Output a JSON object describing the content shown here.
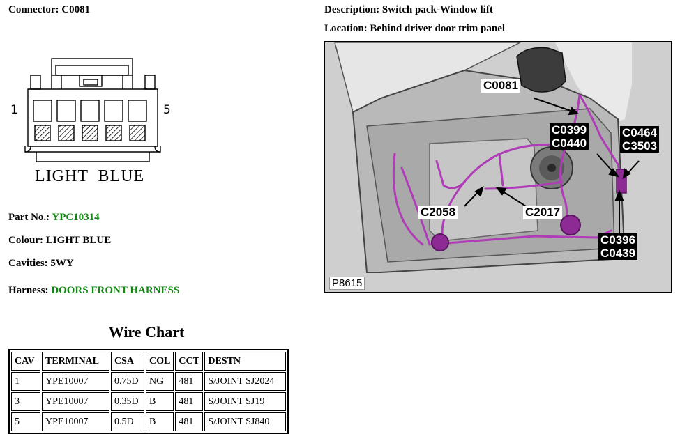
{
  "connector": {
    "label": "Connector:",
    "value": "C0081"
  },
  "description": {
    "label": "Description:",
    "value": "Switch pack-Window lift"
  },
  "location": {
    "label": "Location:",
    "value": "Behind driver door trim panel"
  },
  "pinout": {
    "first_pin": "1",
    "last_pin": "5",
    "colour_label": "LIGHT  BLUE"
  },
  "part_no": {
    "label": "Part No.:",
    "value": "YPC10314"
  },
  "colour": {
    "label": "Colour:",
    "value": "LIGHT BLUE"
  },
  "cavities": {
    "label": "Cavities:",
    "value": "5WY"
  },
  "harness": {
    "label": "Harness:",
    "value": "DOORS FRONT HARNESS"
  },
  "figure": {
    "id": "P8615",
    "callouts": {
      "c0081": "C0081",
      "c0399": "C0399",
      "c0440": "C0440",
      "c0464": "C0464",
      "c3503": "C3503",
      "c2058": "C2058",
      "c2017": "C2017",
      "c0396": "C0396",
      "c0439": "C0439"
    }
  },
  "wire_chart": {
    "title": "Wire Chart",
    "headers": [
      "CAV",
      "TERMINAL",
      "CSA",
      "COL",
      "CCT",
      "DESTN"
    ],
    "rows": [
      [
        "1",
        "YPE10007",
        "0.75D",
        "NG",
        "481",
        "S/JOINT SJ2024"
      ],
      [
        "3",
        "YPE10007",
        "0.35D",
        "B",
        "481",
        "S/JOINT SJ19"
      ],
      [
        "5",
        "YPE10007",
        "0.5D",
        "B",
        "481",
        "S/JOINT SJ840"
      ]
    ]
  },
  "colors": {
    "accent_green": "#0e8a0e",
    "harness_purple": "#b03cb8"
  }
}
